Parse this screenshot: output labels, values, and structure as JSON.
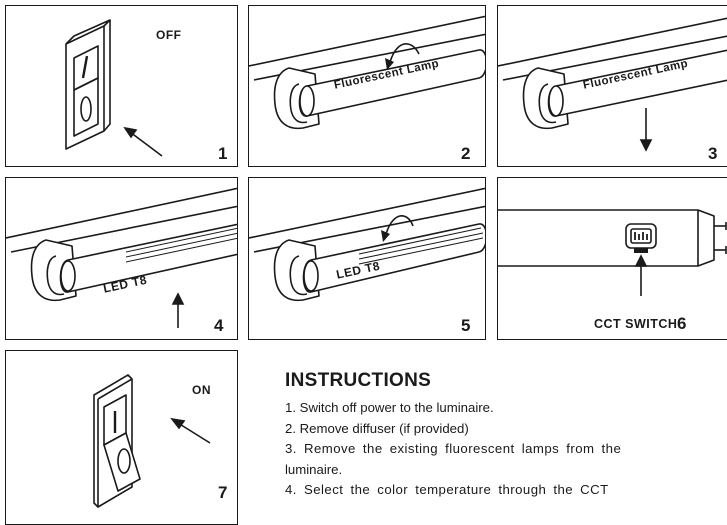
{
  "panels": [
    {
      "number": "1",
      "label": "OFF"
    },
    {
      "number": "2",
      "label": "Fluorescent Lamp"
    },
    {
      "number": "3",
      "label": "Fluorescent Lamp"
    },
    {
      "number": "4",
      "label": "LED T8"
    },
    {
      "number": "5",
      "label": "LED T8"
    },
    {
      "number": "6",
      "label": "CCT SWITCH"
    },
    {
      "number": "7",
      "label": "ON"
    }
  ],
  "instructions": {
    "title": "INSTRUCTIONS",
    "steps": [
      "1. Switch off power to the luminaire.",
      "2. Remove diffuser (if provided)",
      "3. Remove the existing fluorescent lamps from the",
      "luminaire.",
      "4. Select the color temperature through the CCT"
    ]
  }
}
